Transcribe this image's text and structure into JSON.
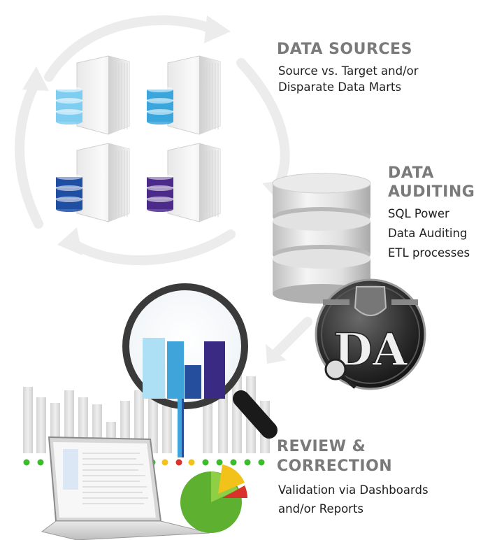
{
  "sections": {
    "sources": {
      "title": "DATA SOURCES",
      "lines": [
        "Source vs. Target and/or",
        "Disparate Data Marts"
      ]
    },
    "auditing": {
      "title_lines": [
        "DATA",
        "AUDITING"
      ],
      "lines": [
        "SQL Power",
        "Data Auditing",
        "ETL processes"
      ]
    },
    "review": {
      "title_lines": [
        "REVIEW &",
        "CORRECTION"
      ],
      "lines": [
        "Validation via Dashboards",
        "and/or Reports"
      ]
    }
  },
  "logo": {
    "letters": "DA"
  },
  "colors": {
    "heading": "#7a7a7a",
    "arrow": "#ececec",
    "server_db_1": "#7fcdf0",
    "server_db_2": "#3aa6dc",
    "server_db_3": "#1f4fa3",
    "server_db_4": "#4b2a8a",
    "status_green": "#3dbb2f",
    "status_yellow": "#f2c21b",
    "status_red": "#d8322a"
  },
  "status_dots": [
    "green",
    "green",
    "green",
    "green",
    "green",
    "green",
    "green",
    "green",
    "green",
    "green",
    "yellow",
    "red",
    "yellow",
    "green",
    "green",
    "green",
    "green",
    "green"
  ]
}
